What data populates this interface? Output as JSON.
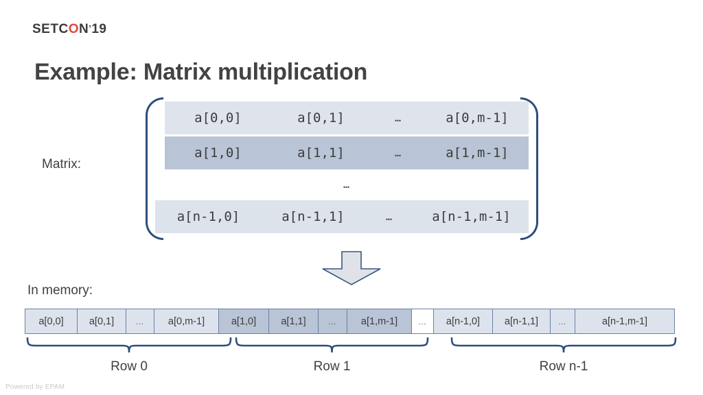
{
  "brand": {
    "logo_pre": "SETC",
    "logo_o": "O",
    "logo_post": "N",
    "logo_tick": "ʼ",
    "logo_year": "19",
    "logo_accent_color": "#e2483c"
  },
  "slide": {
    "title": "Example: Matrix multiplication",
    "matrix_label": "Matrix:",
    "memory_label": "In memory:",
    "footer": "Powered by EPAM"
  },
  "matrix": {
    "ellipsis": "…",
    "rows": [
      {
        "style": "light",
        "cells": [
          "a[0,0]",
          "a[0,1]",
          "…",
          "a[0,m-1]"
        ]
      },
      {
        "style": "dark",
        "cells": [
          "a[1,0]",
          "a[1,1]",
          "…",
          "a[1,m-1]"
        ]
      },
      {
        "style": "white",
        "cells": [
          "…"
        ]
      },
      {
        "style": "light",
        "cells": [
          "a[n-1,0]",
          "a[n-1,1]",
          "…",
          "a[n-1,m-1]"
        ]
      }
    ]
  },
  "memory": {
    "cells": [
      {
        "label": "a[0,0]",
        "style": "light"
      },
      {
        "label": "a[0,1]",
        "style": "light"
      },
      {
        "label": "…",
        "style": "light"
      },
      {
        "label": "a[0,m-1]",
        "style": "light"
      },
      {
        "label": "a[1,0]",
        "style": "dark"
      },
      {
        "label": "a[1,1]",
        "style": "dark"
      },
      {
        "label": "…",
        "style": "dark"
      },
      {
        "label": "a[1,m-1]",
        "style": "dark"
      },
      {
        "label": "…",
        "style": "white"
      },
      {
        "label": "a[n-1,0]",
        "style": "light"
      },
      {
        "label": "a[n-1,1]",
        "style": "light"
      },
      {
        "label": "…",
        "style": "light"
      },
      {
        "label": "a[n-1,m-1]",
        "style": "light"
      }
    ],
    "groups": [
      {
        "label": "Row 0"
      },
      {
        "label": "Row 1"
      },
      {
        "label": "Row n-1"
      }
    ]
  },
  "colors": {
    "bracket": "#2e4d7b",
    "row_light": "#dde3ed",
    "row_dark": "#b9c4d6",
    "brace": "#2e4d7b",
    "arrow_fill": "#dfe3e8",
    "arrow_stroke": "#3c5480"
  }
}
